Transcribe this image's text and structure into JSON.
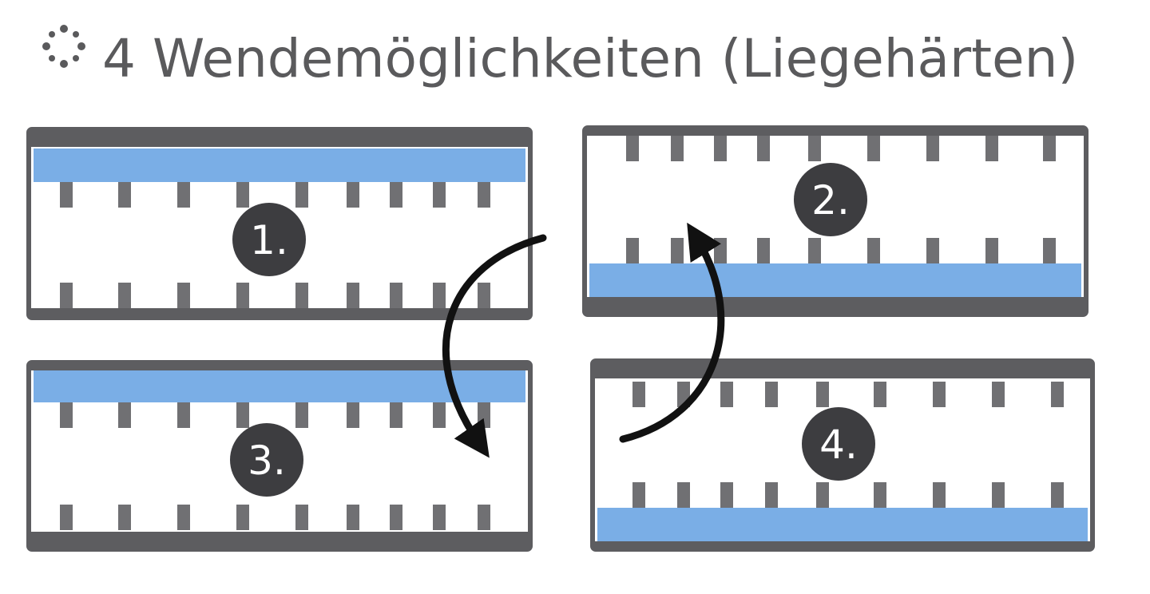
{
  "header": {
    "title": "4 Wendemöglichkeiten (Liegehärten)",
    "icon": "sparkle-icon"
  },
  "mattresses": [
    {
      "label": "1.",
      "foam_position": "top"
    },
    {
      "label": "2.",
      "foam_position": "bottom"
    },
    {
      "label": "3.",
      "foam_position": "top"
    },
    {
      "label": "4.",
      "foam_position": "bottom"
    }
  ],
  "colors": {
    "frame": "#5d5d60",
    "foam": "#7aaee6",
    "spring": "#707073",
    "badge": "#3d3d40",
    "arrow": "#111111",
    "text": "#5a5a5c"
  }
}
